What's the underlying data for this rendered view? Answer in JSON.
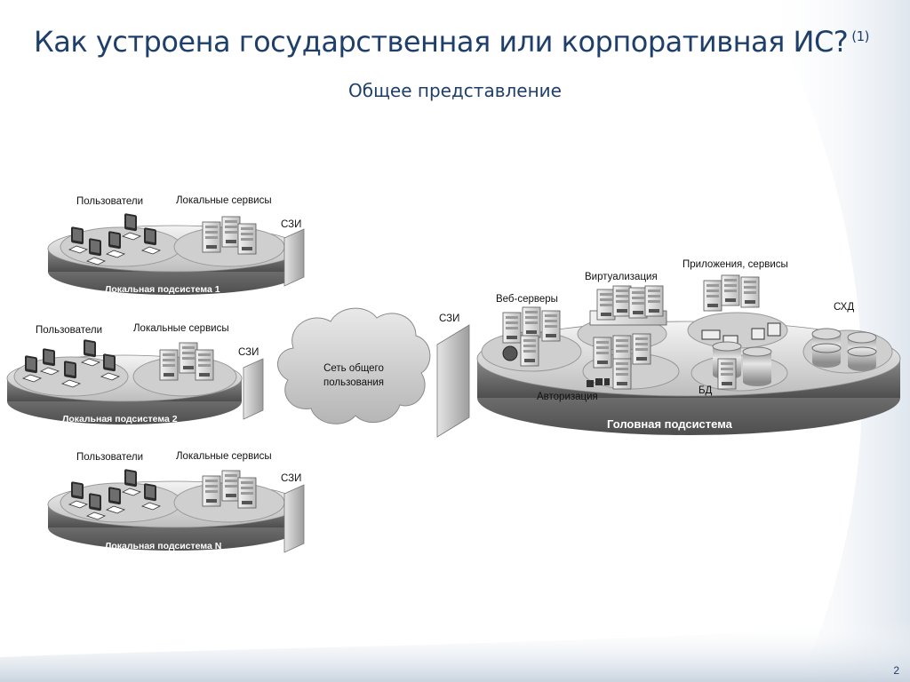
{
  "slide": {
    "title": "Как устроена государственная или корпоративная ИС?",
    "title_suffix": "(1)",
    "subtitle": "Общее представление",
    "page_number": "2"
  },
  "local_subsystems": [
    {
      "users_label": "Пользователи",
      "services_label": "Локальные сервисы",
      "szi_label": "СЗИ",
      "platform_label": "Локальная подсистема 1"
    },
    {
      "users_label": "Пользователи",
      "services_label": "Локальные сервисы",
      "szi_label": "СЗИ",
      "platform_label": "Локальная подсистема 2"
    },
    {
      "users_label": "Пользователи",
      "services_label": "Локальные сервисы",
      "szi_label": "СЗИ",
      "platform_label": "Локальная подсистема N"
    }
  ],
  "cloud": {
    "line1": "Сеть общего",
    "line2": "пользования"
  },
  "head": {
    "szi_label": "СЗИ",
    "platform_label": "Головная подсистема",
    "web_servers": "Веб-серверы",
    "virtualization": "Виртуализация",
    "apps_services": "Приложения, сервисы",
    "storage": "СХД",
    "authorization": "Авторизация",
    "database": "БД"
  },
  "colors": {
    "title": "#1f3f6b",
    "platform_band": "#6f6f6f",
    "platform_top": "#d8d8d8"
  }
}
